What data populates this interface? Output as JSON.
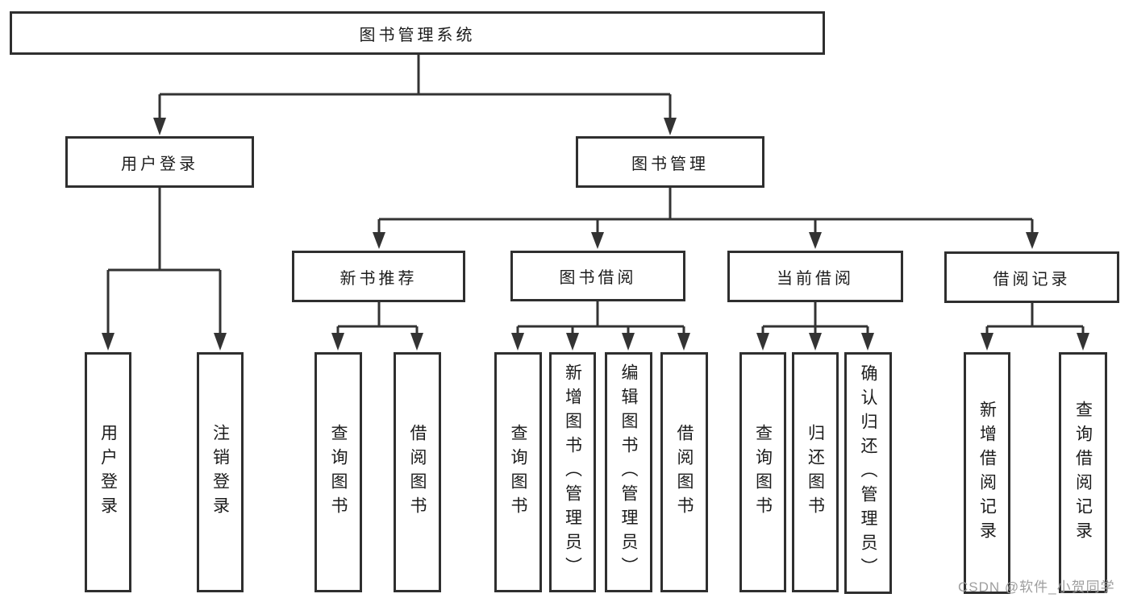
{
  "tree": {
    "label": "图书管理系统",
    "children": [
      {
        "label": "用户登录",
        "children": [
          {
            "label": "用户登录"
          },
          {
            "label": "注销登录"
          }
        ]
      },
      {
        "label": "图书管理",
        "children": [
          {
            "label": "新书推荐",
            "children": [
              {
                "label": "查询图书"
              },
              {
                "label": "借阅图书"
              }
            ]
          },
          {
            "label": "图书借阅",
            "children": [
              {
                "label": "查询图书"
              },
              {
                "label": "新增图书（管理员）"
              },
              {
                "label": "编辑图书（管理员）"
              },
              {
                "label": "借阅图书"
              }
            ]
          },
          {
            "label": "当前借阅",
            "children": [
              {
                "label": "查询图书"
              },
              {
                "label": "归还图书"
              },
              {
                "label": "确认归还（管理员）"
              }
            ]
          },
          {
            "label": "借阅记录",
            "children": [
              {
                "label": "新增借阅记录"
              },
              {
                "label": "查询借阅记录"
              }
            ]
          }
        ]
      }
    ]
  },
  "watermark": {
    "text": "CSDN @软件_小贺同学"
  },
  "colors": {
    "border": "#2f2f2f",
    "line": "#333333",
    "text": "#1c1c1c",
    "background": "#ffffff",
    "watermark": "#9e9e9e"
  }
}
